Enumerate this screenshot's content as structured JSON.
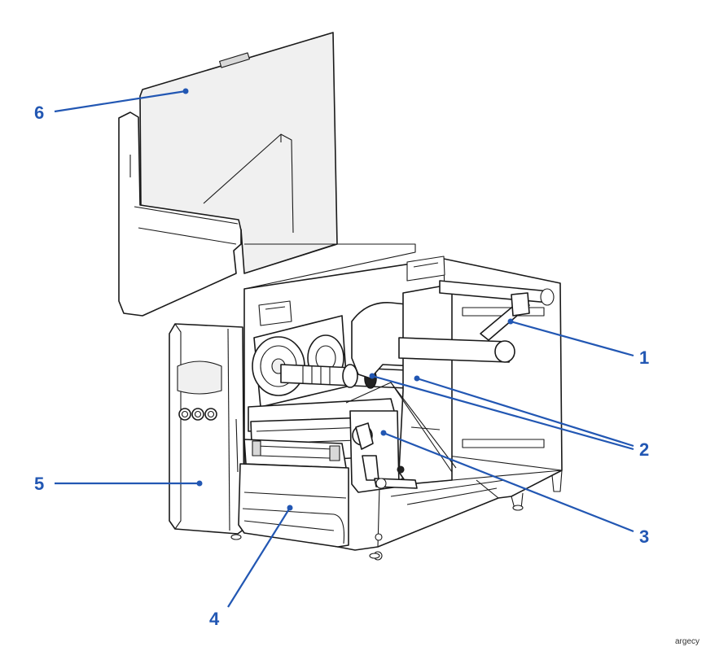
{
  "callouts": [
    {
      "id": "1",
      "label": "1",
      "part": "ribbon-spindle-latch"
    },
    {
      "id": "2",
      "label": "2",
      "part": "ribbon-supply-and-take-up-spindles"
    },
    {
      "id": "3",
      "label": "3",
      "part": "printhead-assembly"
    },
    {
      "id": "4",
      "label": "4",
      "part": "front-panel-cover"
    },
    {
      "id": "5",
      "label": "5",
      "part": "operator-control-panel"
    },
    {
      "id": "6",
      "label": "6",
      "part": "media-cover"
    }
  ],
  "watermark": "argecy",
  "colors": {
    "callout": "#2257b3",
    "linework": "#1a1a1a"
  }
}
